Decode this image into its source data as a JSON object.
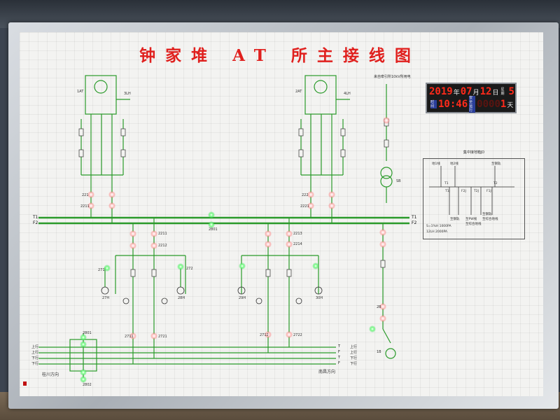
{
  "title": "钟家堆 AT 所主接线图",
  "clock": {
    "year": "2019",
    "year_unit": "年",
    "month": "07",
    "month_unit": "月",
    "day": "12",
    "day_unit": "日",
    "weekday_label": "星期",
    "weekday": "5",
    "time_label": "时间",
    "time": "10:46",
    "safe_label": "安全运行",
    "safe_dim": "0000",
    "safe_days": "1",
    "days_unit": "天"
  },
  "substation": {
    "left_transformer": "1AT",
    "right_transformer": "2AT",
    "left_ground": "3LH",
    "right_ground": "4LH",
    "incoming_label": "来自牵引所10kV所用电",
    "aux_transformer": "SB"
  },
  "buses": {
    "upper": "T1",
    "lower": "F2"
  },
  "direction": {
    "left": "桂川方向",
    "right": "南昌方向"
  },
  "line_labels": [
    "上行",
    "上行",
    "下行",
    "下行"
  ],
  "line_marks": [
    "T",
    "F",
    "T",
    "F"
  ],
  "device_labels": {
    "left_ca1": "221",
    "left_ca2": "2211",
    "right_ca1": "222",
    "right_ca2": "2221",
    "feeder1": "2211",
    "feeder2": "2212",
    "feeder3": "2213",
    "feeder4": "2214",
    "ups_left": "271",
    "ups_right": "272",
    "pt_left": "27H",
    "pt_right": "28H",
    "pt_left2": "29H",
    "pt_right2": "30H",
    "bottom_left": "2711",
    "bottom_right": "2721",
    "bottom_left2": "2712",
    "bottom_right2": "2722",
    "sw_top": "2801",
    "sw_bot": "2802",
    "aux_switch": "2B",
    "aux_low": "1B",
    "disconnect": "2801"
  },
  "inset": {
    "title": "集中接地箱JD",
    "labels": [
      "地1线",
      "地2线",
      "T1",
      "T2",
      "T1J",
      "F2J",
      "T2J",
      "F1J"
    ],
    "line_labels": [
      "至钢轨",
      "至PW线",
      "至钢轨",
      "至综合地线",
      "至综合地线"
    ],
    "notes": [
      "S=1%H  1000PA",
      "12LH  2000PA"
    ],
    "right_label": "至钢轨"
  }
}
